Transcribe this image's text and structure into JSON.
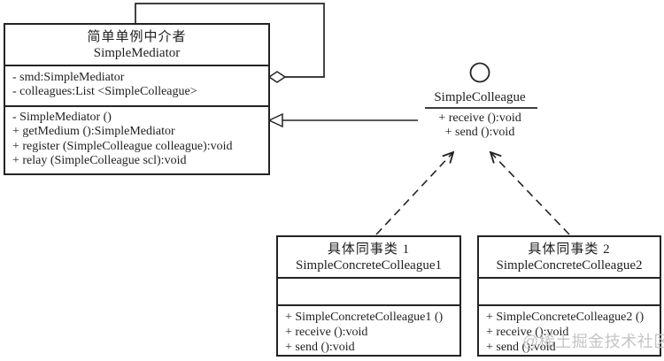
{
  "mediator": {
    "title_cn": "简单单例中介者",
    "title_en": "SimpleMediator",
    "attributes": [
      "- smd:SimpleMediator",
      "- colleagues:List <SimpleColleague>"
    ],
    "methods": [
      "- SimpleMediator ()",
      "+ getMedium ():SimpleMediator",
      "+ register (SimpleColleague colleague):void",
      "+ relay (SimpleColleague scl):void"
    ]
  },
  "colleague_interface": {
    "name": "SimpleColleague",
    "methods": [
      "+ receive ():void",
      "+ send ():void"
    ]
  },
  "concrete1": {
    "title_cn": "具体同事类 1",
    "title_en": "SimpleConcreteColleague1",
    "methods": [
      "+ SimpleConcreteColleague1 ()",
      "+ receive ():void",
      "+ send ():void"
    ]
  },
  "concrete2": {
    "title_cn": "具体同事类 2",
    "title_en": "SimpleConcreteColleague2",
    "methods": [
      "+ SimpleConcreteColleague2 ()",
      "+ receive ():void",
      "+ send ():void"
    ]
  },
  "watermark": "@稀土掘金技术社区",
  "colors": {
    "stroke": "#232323",
    "background": "#ffffff",
    "watermark": "#c5c5c5"
  }
}
